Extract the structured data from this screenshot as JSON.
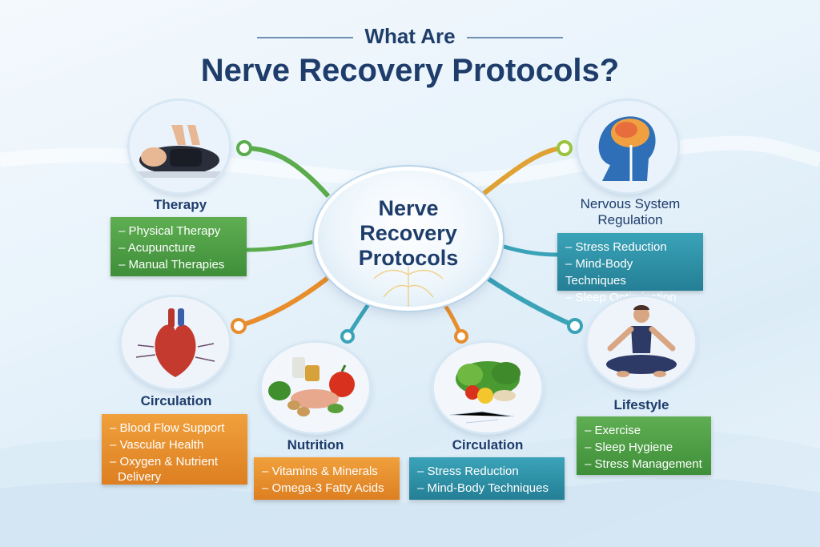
{
  "title": {
    "line1": "What Are",
    "line2": "Nerve Recovery Protocols?"
  },
  "hub": {
    "line1": "Nerve",
    "line2": "Recovery",
    "line3": "Protocols"
  },
  "nodes": {
    "therapy": {
      "label": "Therapy",
      "icon": "massage-therapy-icon",
      "items": [
        "Physical Therapy",
        "Acupuncture",
        "Manual Therapies"
      ]
    },
    "nervous": {
      "label_line1": "Nervous System",
      "label_line2": "Regulation",
      "icon": "brain-head-icon",
      "items": [
        "Stress Reduction",
        "Mind-Body Techniques",
        "Sleep Optimization"
      ]
    },
    "circulation_left": {
      "label": "Circulation",
      "icon": "heart-icon",
      "items": [
        "Blood Flow Support",
        "Vascular Health",
        "Oxygen & Nutrient",
        "Delivery"
      ]
    },
    "nutrition": {
      "label": "Nutrition",
      "icon": "food-icon",
      "items": [
        "Vitamins & Minerals",
        "Omega-3 Fatty Acids"
      ]
    },
    "circulation_mid": {
      "label": "Circulation",
      "icon": "vegetables-icon",
      "items": [
        "Stress Reduction",
        "Mind-Body Techniques"
      ]
    },
    "lifestyle": {
      "label": "Lifestyle",
      "icon": "meditation-icon",
      "items": [
        "Exercise",
        "Sleep Hygiene",
        "Stress Management"
      ]
    }
  },
  "colors": {
    "green": "#4c9e45",
    "teal": "#2e92a8",
    "orange": "#e88d2c",
    "navy": "#1e3d6b"
  }
}
